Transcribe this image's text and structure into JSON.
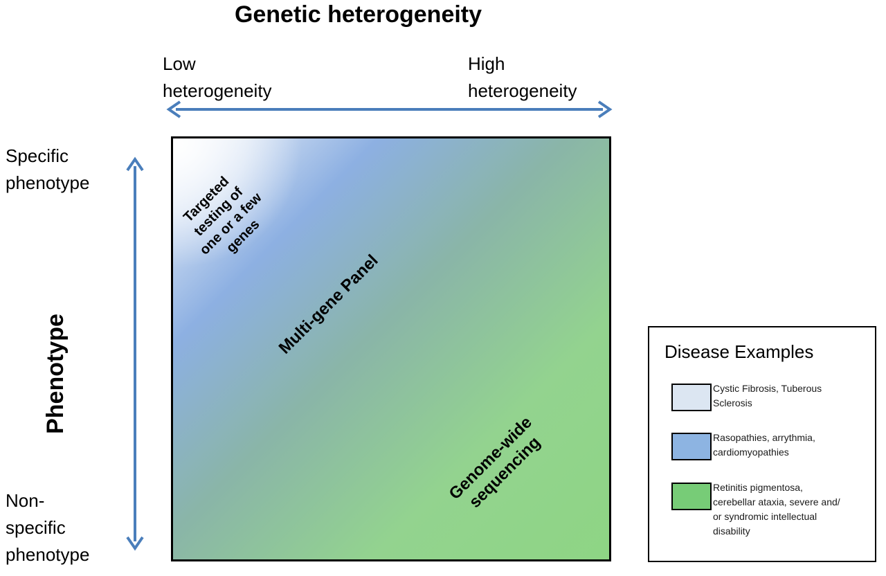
{
  "title": "Genetic heterogeneity",
  "x_axis": {
    "low_line1": "Low",
    "low_line2": "heterogeneity",
    "high_line1": "High",
    "high_line2": "heterogeneity"
  },
  "y_axis": {
    "title": "Phenotype",
    "top_line1": "Specific",
    "top_line2": "phenotype",
    "bottom_line1": "Non-",
    "bottom_line2": "specific",
    "bottom_line3": "phenotype"
  },
  "regions": {
    "targeted_line1": "Targeted",
    "targeted_line2": "testing of",
    "targeted_line3": "one or a few",
    "targeted_line4": "genes",
    "panel": "Multi-gene Panel",
    "genome_line1": "Genome-wide",
    "genome_line2": "sequencing"
  },
  "legend": {
    "title": "Disease Examples",
    "items": [
      {
        "line1": "Cystic Fibrosis, Tuberous",
        "line2": "Sclerosis",
        "color": "#dce6f2"
      },
      {
        "line1": "Rasopathies, arrythmia,",
        "line2": "cardiomyopathies",
        "color": "#8db4e2"
      },
      {
        "line1": "Retinitis pigmentosa,",
        "line2": "cerebellar ataxia, severe and/",
        "line3": "or syndromic intellectual",
        "line4": "disability",
        "color": "#77cc77"
      }
    ]
  },
  "colors": {
    "arrow": "#4a7ebb",
    "low_heterogeneity": "#f4f7fb",
    "mid_heterogeneity": "#8db0e2",
    "high_heterogeneity": "#8ed584"
  }
}
